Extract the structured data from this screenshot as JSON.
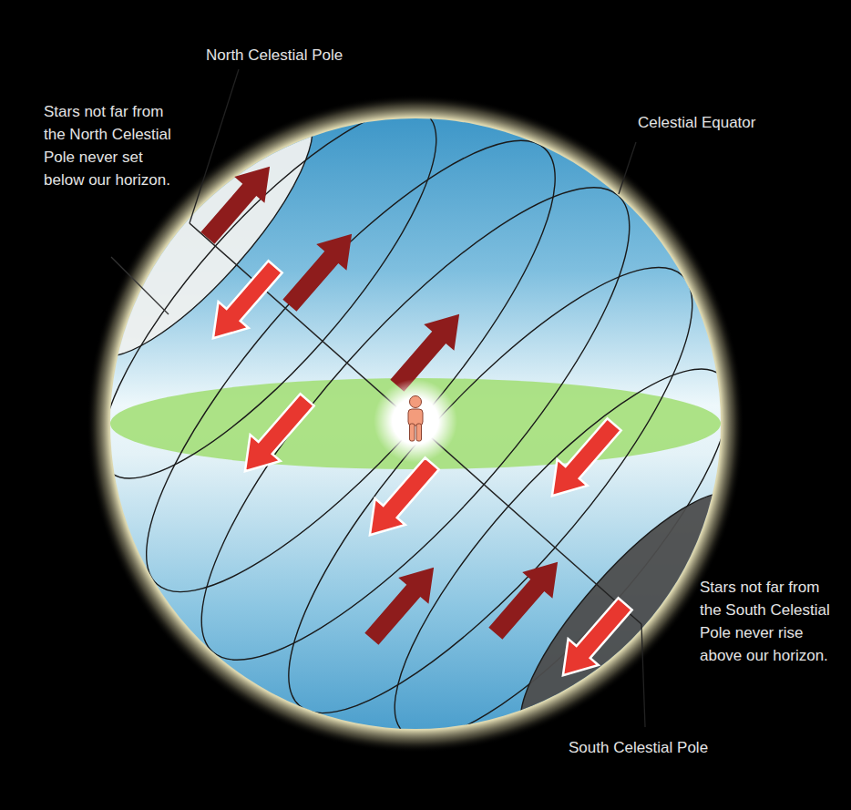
{
  "diagram": {
    "labels": [
      "North Celestial Pole",
      "Stars not far from the North Celestial Pole never set below our horizon.",
      "Celestial Equator",
      "Stars not far from the South Celestial Pole never rise above our horizon.",
      "South Celestial Pole"
    ]
  }
}
